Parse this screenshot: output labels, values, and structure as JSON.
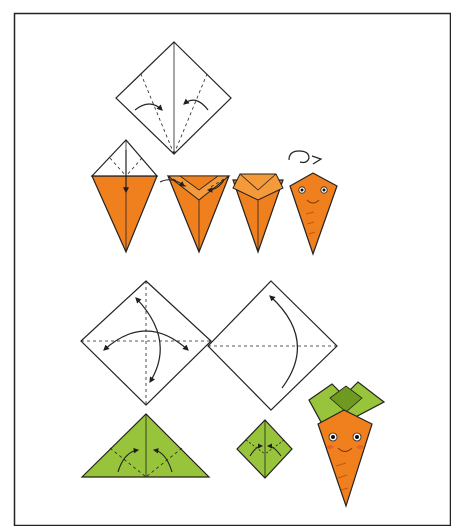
{
  "diagram": {
    "colors": {
      "paper_white": "#ffffff",
      "outline": "#1f1f1f",
      "carrot_orange": "#f07f1e",
      "carrot_dark": "#d96a10",
      "leaf_green": "#97c43b",
      "leaf_dark": "#6f9a20",
      "frame_border": "#222222"
    },
    "carrot_body_instructions": {
      "steps": [
        {
          "name": "square-fold-sides-to-center",
          "paper": "white"
        },
        {
          "name": "fold-top-down",
          "paper": "orange"
        },
        {
          "name": "fold-corners-in",
          "paper": "orange"
        },
        {
          "name": "fold-tip",
          "paper": "orange"
        },
        {
          "name": "turn-over-finished-carrot",
          "paper": "orange",
          "symbol": "turn-over-icon"
        }
      ]
    },
    "carrot_leaf_instructions": {
      "steps": [
        {
          "name": "square-fold-both-diagonals",
          "paper": "white"
        },
        {
          "name": "square-fold-in-half",
          "paper": "white"
        },
        {
          "name": "green-triangle-fold-corners-up",
          "paper": "green"
        },
        {
          "name": "green-diamond",
          "paper": "green"
        },
        {
          "name": "assembled-carrot-with-leaves",
          "paper": "green+orange"
        }
      ]
    }
  }
}
